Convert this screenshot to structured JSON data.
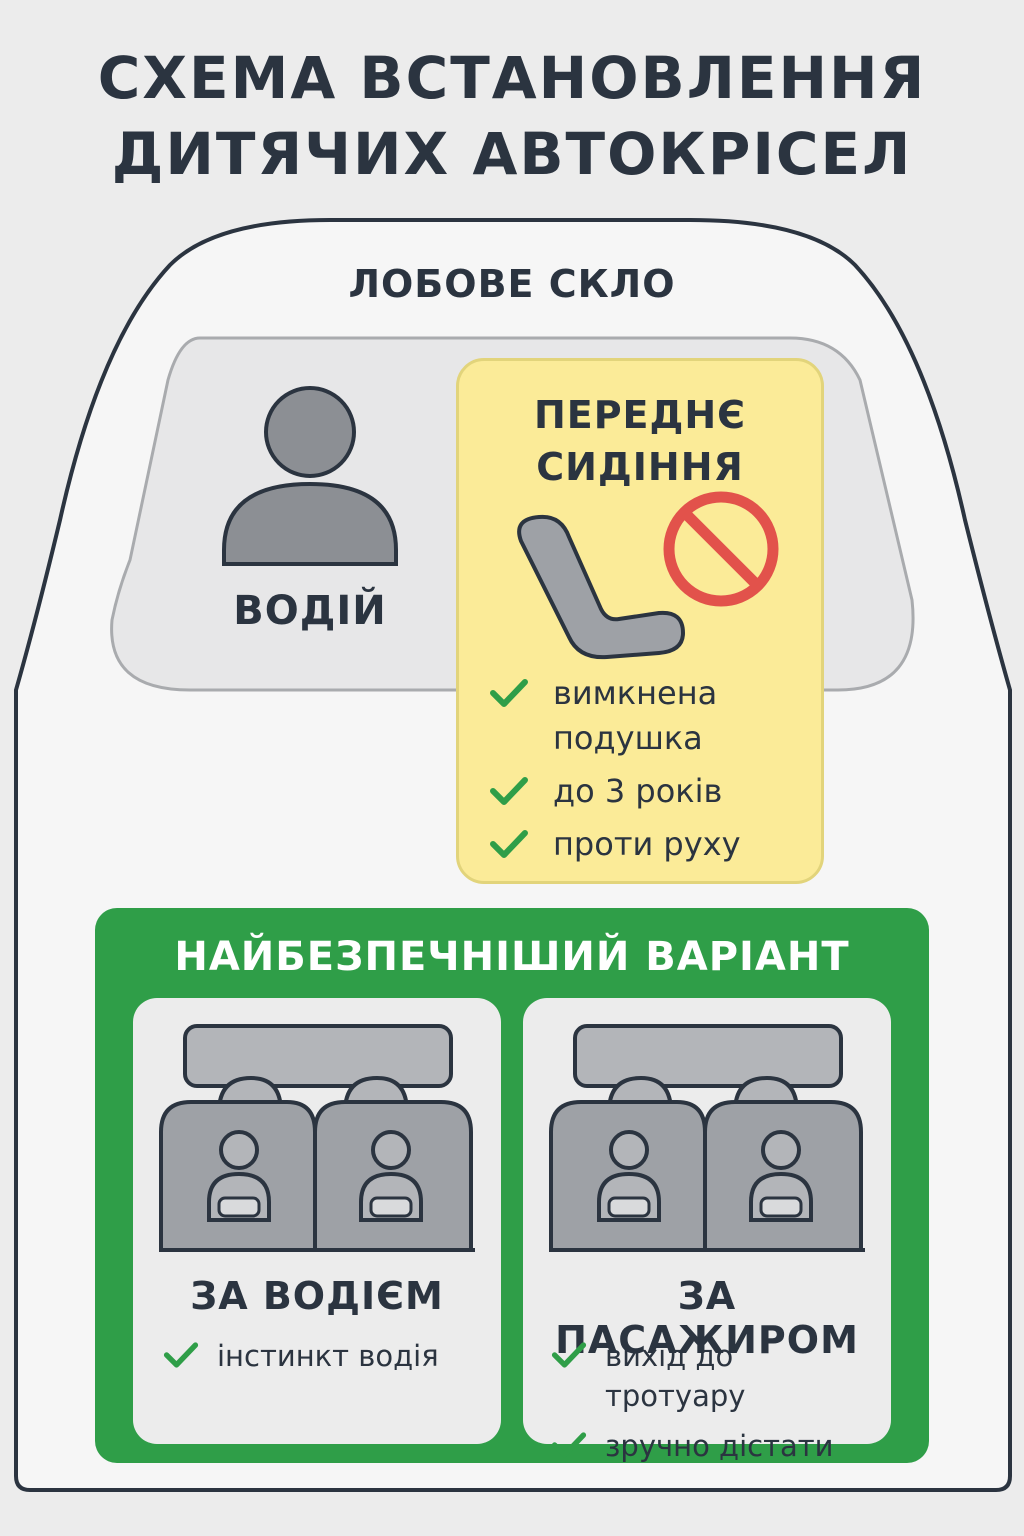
{
  "title": {
    "line1": "СХЕМА ВСТАНОВЛЕННЯ",
    "line2": "ДИТЯЧИХ АВТОКРІСЕЛ"
  },
  "car": {
    "windshield_label": "ЛОБОВЕ СКЛО",
    "driver_label": "ВОДІЙ"
  },
  "front_seat": {
    "title_line1": "ПЕРЕДНЄ",
    "title_line2": "СИДІННЯ",
    "conditions": [
      "вимкнена подушка",
      "до 3 років",
      "проти руху"
    ]
  },
  "safest": {
    "title": "НАЙБЕЗПЕЧНІШИЙ ВАРІАНТ",
    "options": [
      {
        "label": "ЗА ВОДІЄМ",
        "reasons": [
          "інстинкт водія"
        ]
      },
      {
        "label": "ЗА ПАСАЖИРОМ",
        "reasons": [
          "вихід до тротуару",
          "зручно дістати"
        ]
      }
    ]
  },
  "colors": {
    "background": "#ececec",
    "text": "#2b3440",
    "front_card": "#fbeb98",
    "safe_green": "#2f9e48",
    "check_green": "#2f9e48",
    "prohibit_red": "#e2524b",
    "seat_gray": "#9ea1a6"
  },
  "icons": [
    "driver-icon",
    "child-car-seat-icon",
    "prohibited-icon",
    "check-icon",
    "rear-seats-icon"
  ]
}
